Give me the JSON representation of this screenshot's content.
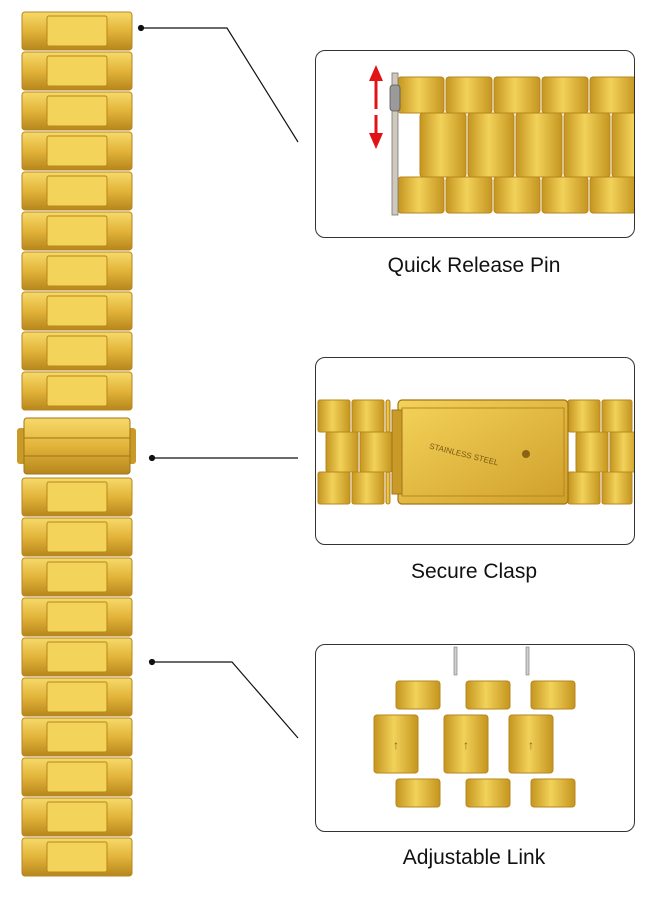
{
  "colors": {
    "gold_light": "#f4d35a",
    "gold_mid": "#e5b73a",
    "gold_dark": "#b8861c",
    "gold_shadow": "#8a6212",
    "arrow_red": "#e01414",
    "frame": "#333333"
  },
  "features": [
    {
      "caption": "Quick Release Pin",
      "icon": "quick-release-pin-detail"
    },
    {
      "caption": "Secure Clasp",
      "icon": "clasp-detail",
      "engraving": "STAINLESS STEEL"
    },
    {
      "caption": "Adjustable Link",
      "icon": "adjustable-link-detail"
    }
  ]
}
